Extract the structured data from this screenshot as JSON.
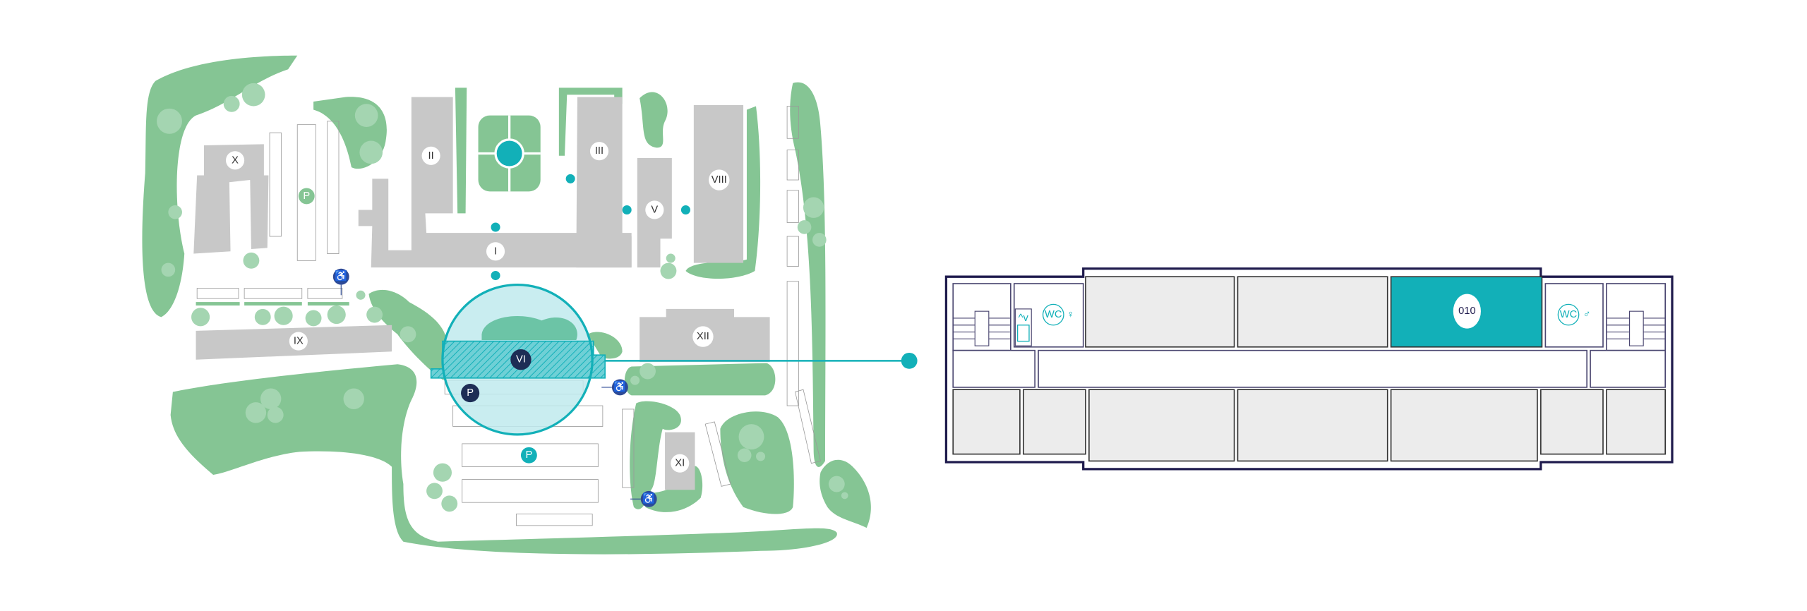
{
  "campus_map": {
    "buildings": [
      {
        "id": "X",
        "label": "X"
      },
      {
        "id": "II",
        "label": "II"
      },
      {
        "id": "III",
        "label": "III"
      },
      {
        "id": "V",
        "label": "V"
      },
      {
        "id": "VIII",
        "label": "VIII"
      },
      {
        "id": "I",
        "label": "I"
      },
      {
        "id": "IX",
        "label": "IX"
      },
      {
        "id": "XII",
        "label": "XII"
      },
      {
        "id": "VI",
        "label": "VI",
        "selected": true
      },
      {
        "id": "XI",
        "label": "XI"
      }
    ],
    "parking": [
      {
        "label": "P",
        "color": "#85c594"
      },
      {
        "label": "P",
        "color": "#1d3a6e"
      },
      {
        "label": "P",
        "color": "#12b0b8"
      }
    ],
    "accessible_icon": "wheelchair-icon",
    "colors": {
      "green": "#85c594",
      "building": "#c8c8c8",
      "accent": "#12b0b8",
      "navy": "#1d3a6e",
      "highlight": "#bfeaed"
    }
  },
  "floor_plan": {
    "selected_room": {
      "label": "010",
      "color": "#12b0b8"
    },
    "wc_left": "WC",
    "wc_right": "WC",
    "elevator_icon": "elevator-icon",
    "stairs_icon": "stairs-icon"
  }
}
